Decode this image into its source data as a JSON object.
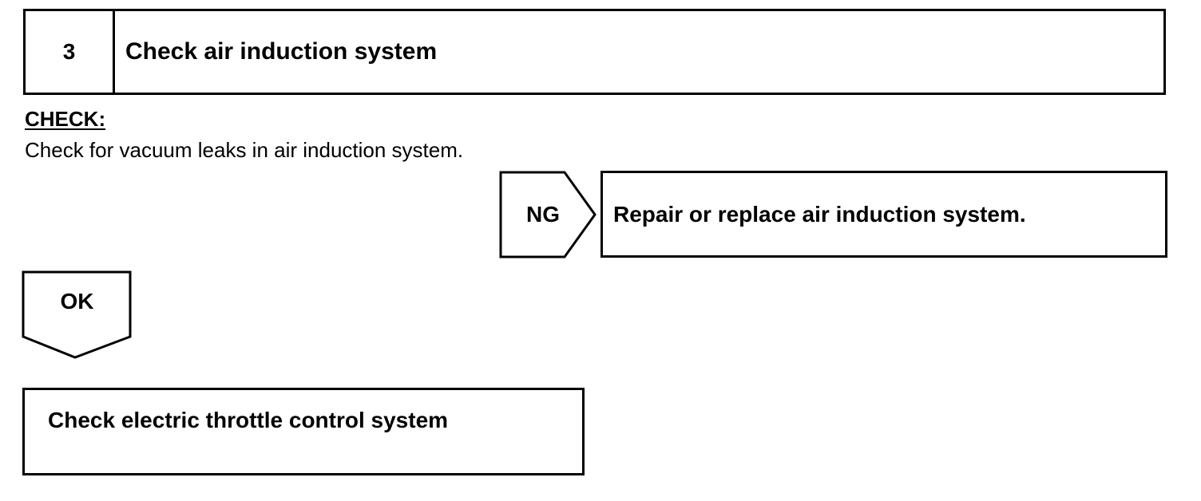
{
  "step": {
    "number": "3",
    "title": "Check air induction system"
  },
  "check": {
    "heading": "CHECK:",
    "text": "Check for vacuum leaks in air induction system."
  },
  "ng_branch": {
    "label": "NG",
    "result": "Repair or replace air induction system."
  },
  "ok_branch": {
    "label": "OK"
  },
  "next_step": {
    "title": "Check electric throttle control system"
  }
}
